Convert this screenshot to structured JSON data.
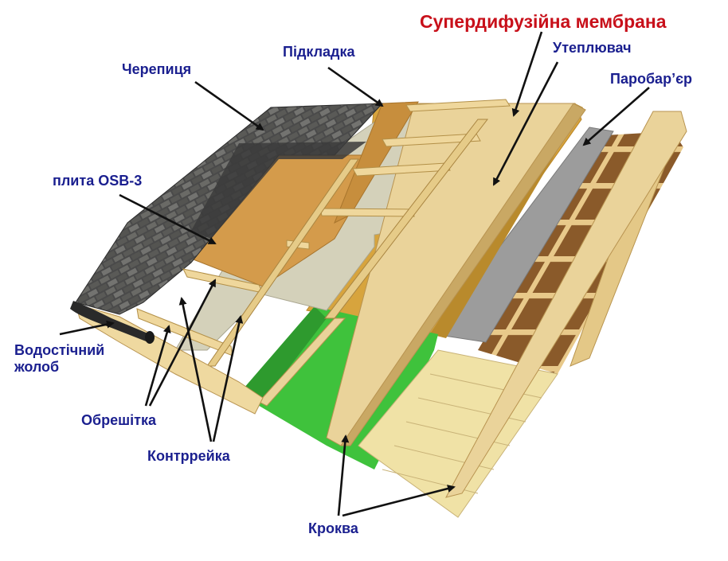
{
  "labels": {
    "membrane": "Супердифузійна мембрана",
    "underlay": "Підкладка",
    "insulation": "Утеплювач",
    "tiles": "Черепиця",
    "vapor_barrier": "Паробар’єр",
    "osb": "плита OSB-3",
    "gutter": "Водостічний\nжолоб",
    "battens": "Обрешітка",
    "counter_battens": "Контррейка",
    "rafters": "Кроква"
  },
  "colors": {
    "label_text": "#1a1f8f",
    "highlight_text": "#c8101a",
    "shingle": "#4d4d4d",
    "osb": "#d39a4a",
    "membrane": "#d2cfb8",
    "insulation": "#d8a23c",
    "vapor": "#9a9a9a",
    "green_layer": "#3ec13a",
    "wood": "#edd59a"
  }
}
